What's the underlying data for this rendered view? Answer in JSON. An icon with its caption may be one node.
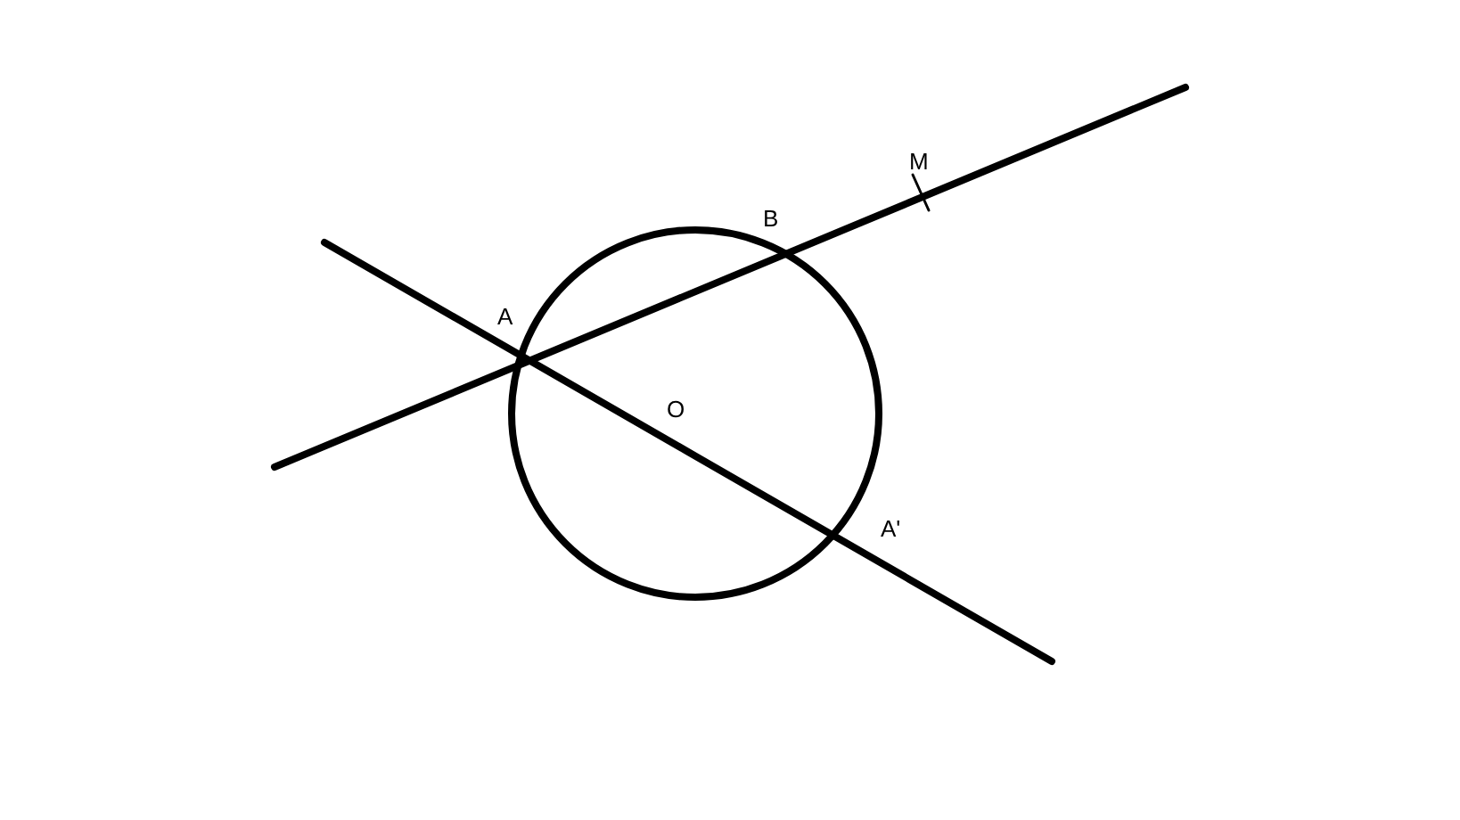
{
  "diagram": {
    "labels": [
      "M",
      "B",
      "A",
      "O",
      "A'"
    ]
  }
}
